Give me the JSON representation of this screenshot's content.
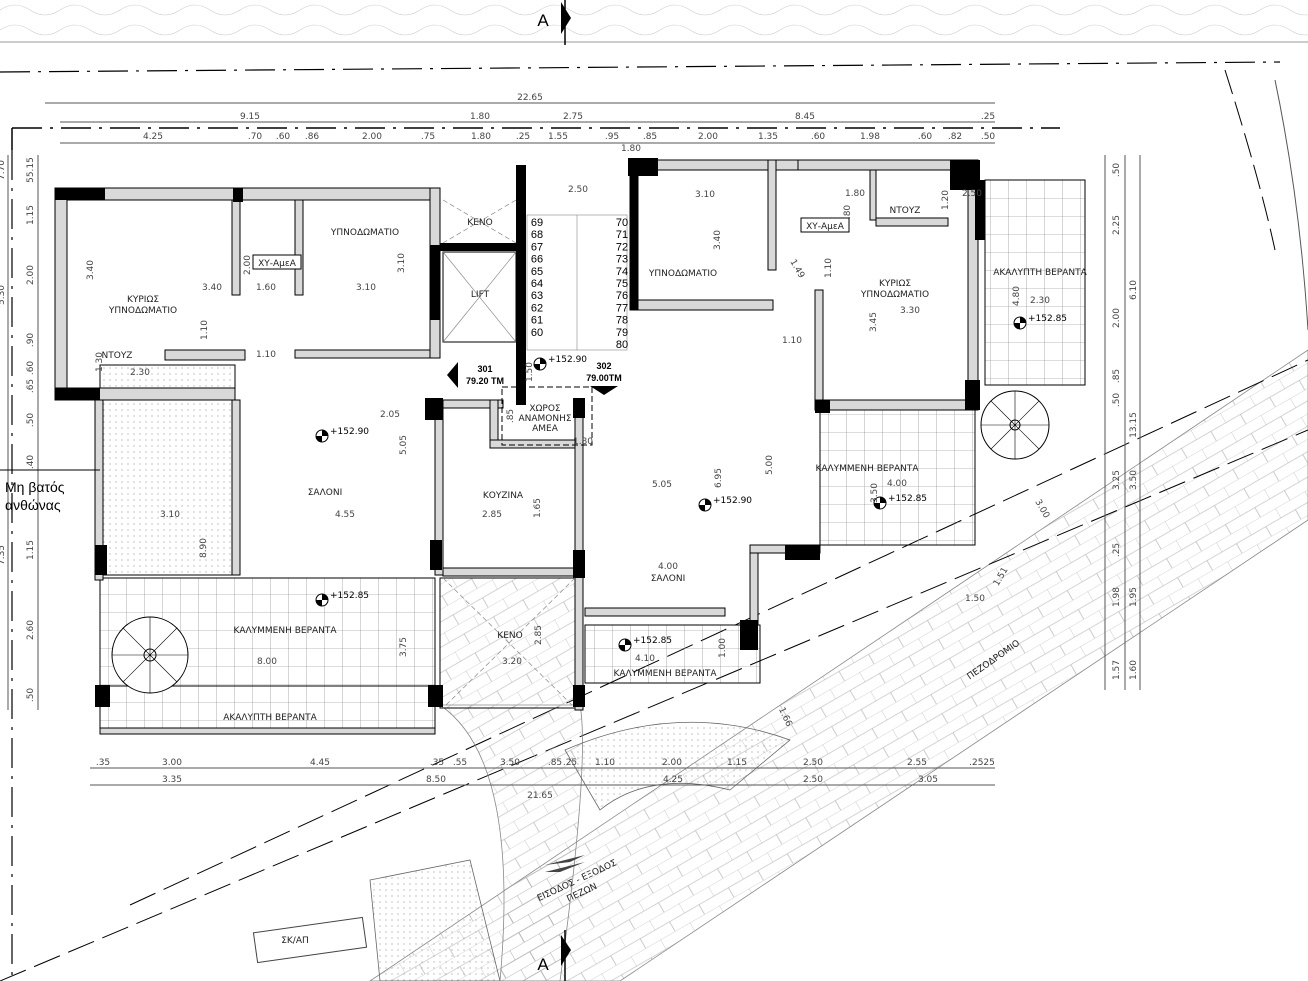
{
  "section_marks": {
    "top": "A",
    "bottom": "A"
  },
  "dimensions": {
    "top": [
      "22.65",
      "9.15",
      "1.80",
      "2.75",
      "8.45",
      ".25",
      "4.25",
      ".70",
      ".60",
      ".86",
      "2.00",
      ".75",
      "1.80",
      ".25",
      "1.55",
      ".95",
      ".85",
      "2.00",
      "1.35",
      ".60",
      "1.98",
      ".60",
      ".82",
      ".50",
      "1.80"
    ],
    "left": [
      "55.15",
      "1.15",
      "2.00",
      ".90",
      ".60",
      ".65",
      ".50",
      ".40",
      "1.15",
      "2.60",
      ".50",
      "5.30",
      "7.70",
      "7.35"
    ],
    "right": [
      ".50",
      "2.25",
      "2.00",
      ".85",
      ".50",
      "3.25",
      ".25",
      "1.98",
      "1.57",
      "6.10",
      "13.15",
      "3.50",
      "1.95",
      "1.60"
    ],
    "bottom": [
      ".35",
      "3.00",
      "4.45",
      ".35",
      ".55",
      "3.50",
      ".85",
      ".25",
      "1.10",
      "2.00",
      "1.15",
      "2.50",
      "2.55",
      ".2525",
      "3.35",
      "8.50",
      "4.25",
      "2.50",
      "3.05",
      "21.65"
    ],
    "interior": [
      "3.40",
      "1.60",
      "3.10",
      "3.40",
      "2.00",
      "3.10",
      "1.10",
      "1.10",
      "2.30",
      "1.30",
      "2.05",
      "5.05",
      "4.55",
      "2.85",
      "1.65",
      "8.90",
      "3.10",
      "8.00",
      "3.75",
      "2.85",
      "3.20",
      "2.50",
      "3.10",
      "3.40",
      "1.49",
      "1.10",
      "1.80",
      ".80",
      "1.20",
      "2.50",
      "3.30",
      "3.45",
      "1.10",
      "4.80",
      "2.30",
      "5.05",
      "6.95",
      "5.00",
      "4.00",
      "3.50",
      "4.00",
      "4.10",
      "1.00",
      "1.50",
      ".85",
      "1.80",
      "3.00",
      "1.51",
      "1.50",
      "1.66"
    ]
  },
  "rooms": {
    "master_bedroom_left": [
      "ΚΥΡΙΩΣ",
      "ΥΠΝΟΔΩΜΑΤΙΟ"
    ],
    "bedroom_left": "ΥΠΝΟΔΩΜΑΤΙΟ",
    "shower_left": "ΝΤΟΥΖ",
    "wc_accessible_left": "ΧΥ-ΑμεΑ",
    "void_top": "ΚΕΝΟ",
    "lift": "LIFT",
    "living_left": "ΣΑΛΟΝΙ",
    "kitchen_left": "ΚΟΥΖΙΝΑ",
    "waiting_area": [
      "ΧΩΡΟΣ",
      "ΑΝΑΜΟΝΗΣ",
      "ΑΜΕΑ"
    ],
    "bedroom_right": "ΥΠΝΟΔΩΜΑΤΙΟ",
    "wc_accessible_right": "ΧΥ-ΑμεΑ",
    "shower_right": "ΝΤΟΥΖ",
    "master_bedroom_right": [
      "ΚΥΡΙΩΣ",
      "ΥΠΝΟΔΩΜΑΤΙΟ"
    ],
    "uncovered_veranda_right": "ΑΚΑΛΥΠΤΗ ΒΕΡΑΝΤΑ",
    "covered_veranda_right": "ΚΑΛΥΜΜΕΝΗ ΒΕΡΑΝΤΑ",
    "living_right": "ΣΑΛΟΝΙ",
    "covered_veranda_left": "ΚΑΛΥΜΜΕΝΗ ΒΕΡΑΝΤΑ",
    "void_bottom": "ΚΕΝΟ",
    "covered_veranda_bottom": "ΚΑΛΥΜΜΕΝΗ ΒΕΡΑΝΤΑ",
    "uncovered_veranda_left": "ΑΚΑΛΥΠΤΗ ΒΕΡΑΝΤΑ",
    "sidewalk": "ΠΕΖΟΔΡΟΜΙΟ",
    "entrance": [
      "ΕΙΣΟΔΟΣ - ΕΞΟΔΟΣ",
      "ΠΕΖΩΝ"
    ],
    "storage": "ΣΚ/ΑΠ",
    "planter": [
      "Μη βατός",
      "ανθώνας"
    ]
  },
  "apartments": [
    {
      "number": "301",
      "area": "79.20 ΤΜ"
    },
    {
      "number": "302",
      "area": "79.00ΤΜ"
    }
  ],
  "levels": [
    "+152.90",
    "+152.90",
    "+152.90",
    "+152.85",
    "+152.85",
    "+152.85",
    "+152.85"
  ],
  "stairs": {
    "left": [
      "69",
      "68",
      "67",
      "66",
      "65",
      "64",
      "63",
      "62",
      "61",
      "60"
    ],
    "right": [
      "70",
      "71",
      "72",
      "73",
      "74",
      "75",
      "76",
      "77",
      "78",
      "79",
      "80"
    ]
  }
}
